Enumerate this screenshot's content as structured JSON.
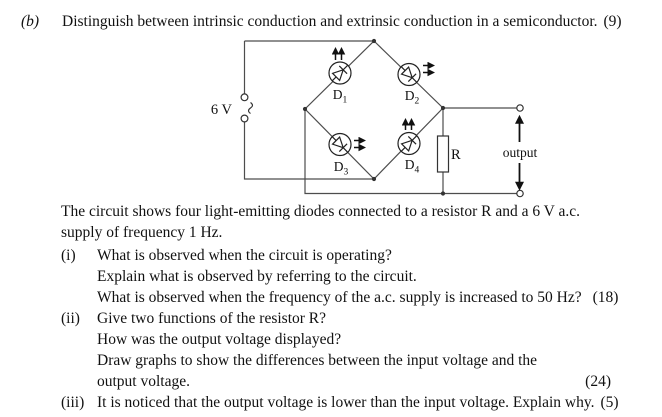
{
  "header": {
    "label": "(b)",
    "text": "Distinguish between intrinsic conduction and extrinsic conduction in a semiconductor.",
    "marks": "(9)"
  },
  "circuit": {
    "source_label": "6 V",
    "resistor_label": "R",
    "output_label": "output",
    "diodes": [
      {
        "name": "D",
        "sub": "1"
      },
      {
        "name": "D",
        "sub": "2"
      },
      {
        "name": "D",
        "sub": "3"
      },
      {
        "name": "D",
        "sub": "4"
      }
    ],
    "wire_color": "#4d4d4d",
    "symbol_color": "#1a1a1a"
  },
  "description": {
    "line1": "The circuit shows four light-emitting diodes connected to a resistor R and a 6 V a.c.",
    "line2": "supply of frequency 1 Hz."
  },
  "questions": [
    {
      "num": "(i)",
      "lines": [
        {
          "text": "What is observed when the circuit is operating?"
        },
        {
          "text": "Explain what is observed by referring to the circuit."
        },
        {
          "text": "What is observed when the frequency of the a.c. supply is increased to 50 Hz?",
          "marks": "(18)"
        }
      ]
    },
    {
      "num": "(ii)",
      "lines": [
        {
          "text": "Give two functions of the resistor R?"
        },
        {
          "text": "How was the output voltage displayed?"
        },
        {
          "text": "Draw graphs to show the differences between the input voltage and the"
        },
        {
          "text": "output voltage.",
          "marks": "(24)"
        }
      ]
    },
    {
      "num": "(iii)",
      "lines": [
        {
          "text": "It is noticed that the output voltage is lower than the input voltage. Explain why.",
          "marks": "(5)"
        }
      ]
    }
  ]
}
